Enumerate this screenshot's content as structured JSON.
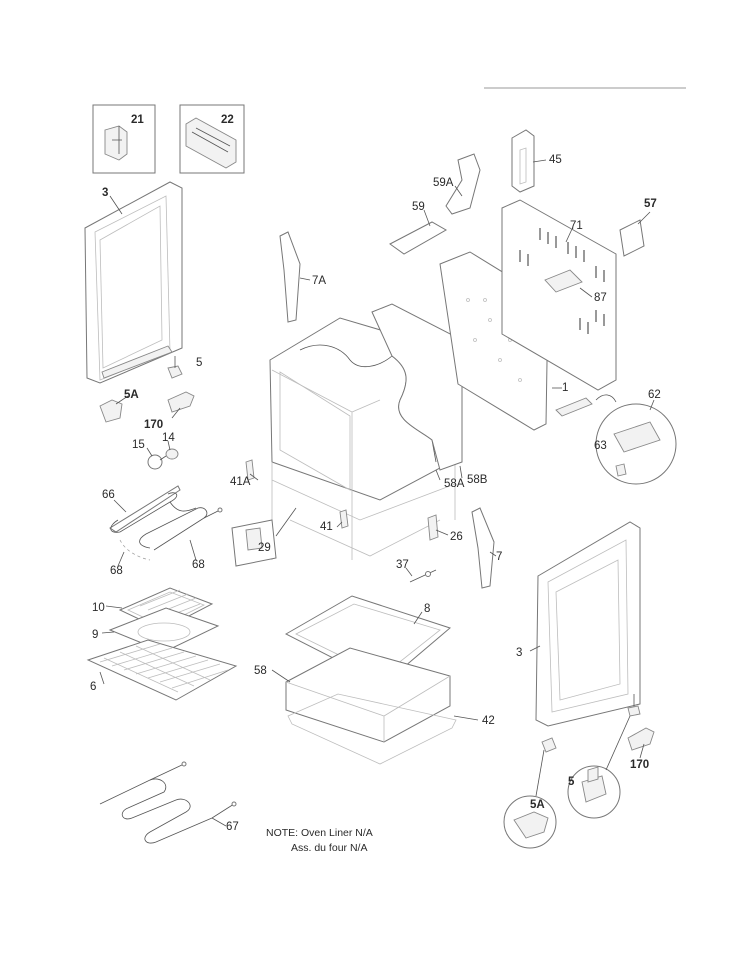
{
  "labels": {
    "l21": "21",
    "l22": "22",
    "l3a": "3",
    "l5a": "5",
    "l5Aa": "5A",
    "l170a": "170",
    "l15": "15",
    "l14": "14",
    "l45": "45",
    "l59A": "59A",
    "l59": "59",
    "l71": "71",
    "l57": "57",
    "l7A": "7A",
    "l87": "87",
    "l1": "1",
    "l62": "62",
    "l63": "63",
    "l41A": "41A",
    "l58A": "58A",
    "l58B": "58B",
    "l66": "66",
    "l41": "41",
    "l26": "26",
    "l29": "29",
    "l68a": "68",
    "l68b": "68",
    "l37": "37",
    "l7": "7",
    "l10": "10",
    "l9": "9",
    "l8": "8",
    "l3b": "3",
    "l58": "58",
    "l6": "6",
    "l42": "42",
    "l170b": "170",
    "l5b": "5",
    "l5Ab": "5A",
    "l67": "67"
  },
  "note": {
    "line1": "NOTE: Oven Liner N/A",
    "line2": "Ass. du four N/A"
  }
}
